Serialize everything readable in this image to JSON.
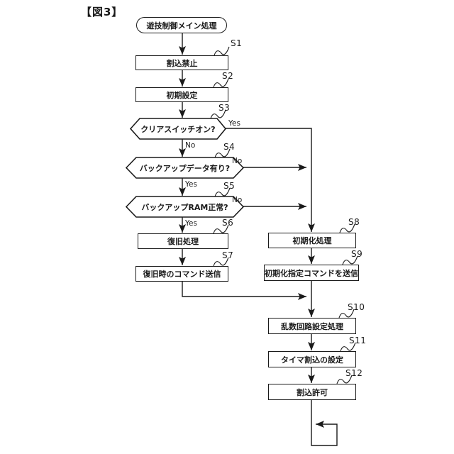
{
  "figure": {
    "title": "【図3】"
  },
  "flowchart": {
    "start": {
      "label": "遊技制御メイン処理"
    },
    "steps": {
      "s1": {
        "id": "S1",
        "label": "割込禁止"
      },
      "s2": {
        "id": "S2",
        "label": "初期設定"
      },
      "s3": {
        "id": "S3",
        "label": "クリアスイッチオン?",
        "yes": "Yes",
        "no": "No"
      },
      "s4": {
        "id": "S4",
        "label": "バックアップデータ有り?",
        "yes": "Yes",
        "no": "No"
      },
      "s5": {
        "id": "S5",
        "label": "バックアップRAM正常?",
        "yes": "Yes",
        "no": "No"
      },
      "s6": {
        "id": "S6",
        "label": "復旧処理"
      },
      "s7": {
        "id": "S7",
        "label": "復旧時のコマンド送信"
      },
      "s8": {
        "id": "S8",
        "label": "初期化処理"
      },
      "s9": {
        "id": "S9",
        "label": "初期化指定コマンドを送信"
      },
      "s10": {
        "id": "S10",
        "label": "乱数回路設定処理"
      },
      "s11": {
        "id": "S11",
        "label": "タイマ割込の設定"
      },
      "s12": {
        "id": "S12",
        "label": "割込許可"
      }
    }
  }
}
